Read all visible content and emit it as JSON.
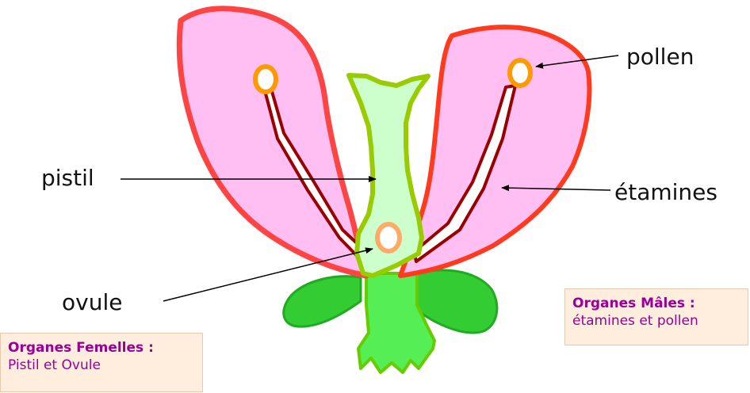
{
  "labels": {
    "pollen": "pollen",
    "pistil": "pistil",
    "etamines": "étamines",
    "ovule": "ovule"
  },
  "legend_male": {
    "title": "Organes Mâles :",
    "text": "étamines et pollen"
  },
  "legend_female": {
    "title": "Organes Femelles :",
    "text": "Pistil et Ovule"
  },
  "colors": {
    "petal_fill": "#ffbff2",
    "petal_stroke_left": "#ff4444",
    "petal_stroke_right": "#ff3b1f",
    "stamen": "#990000",
    "anther_fill": "#ffffff",
    "anther_stroke": "#ff9900",
    "pistil_fill": "#ccffcc",
    "pistil_stroke": "#99cc00",
    "sepal_fill": "#33cc33",
    "sepal_stroke": "#22aa22",
    "stem_fill": "#55ee55",
    "stem_stroke": "#66cc00",
    "legend_bg": "#ffeedd",
    "legend_text": "#990099"
  }
}
